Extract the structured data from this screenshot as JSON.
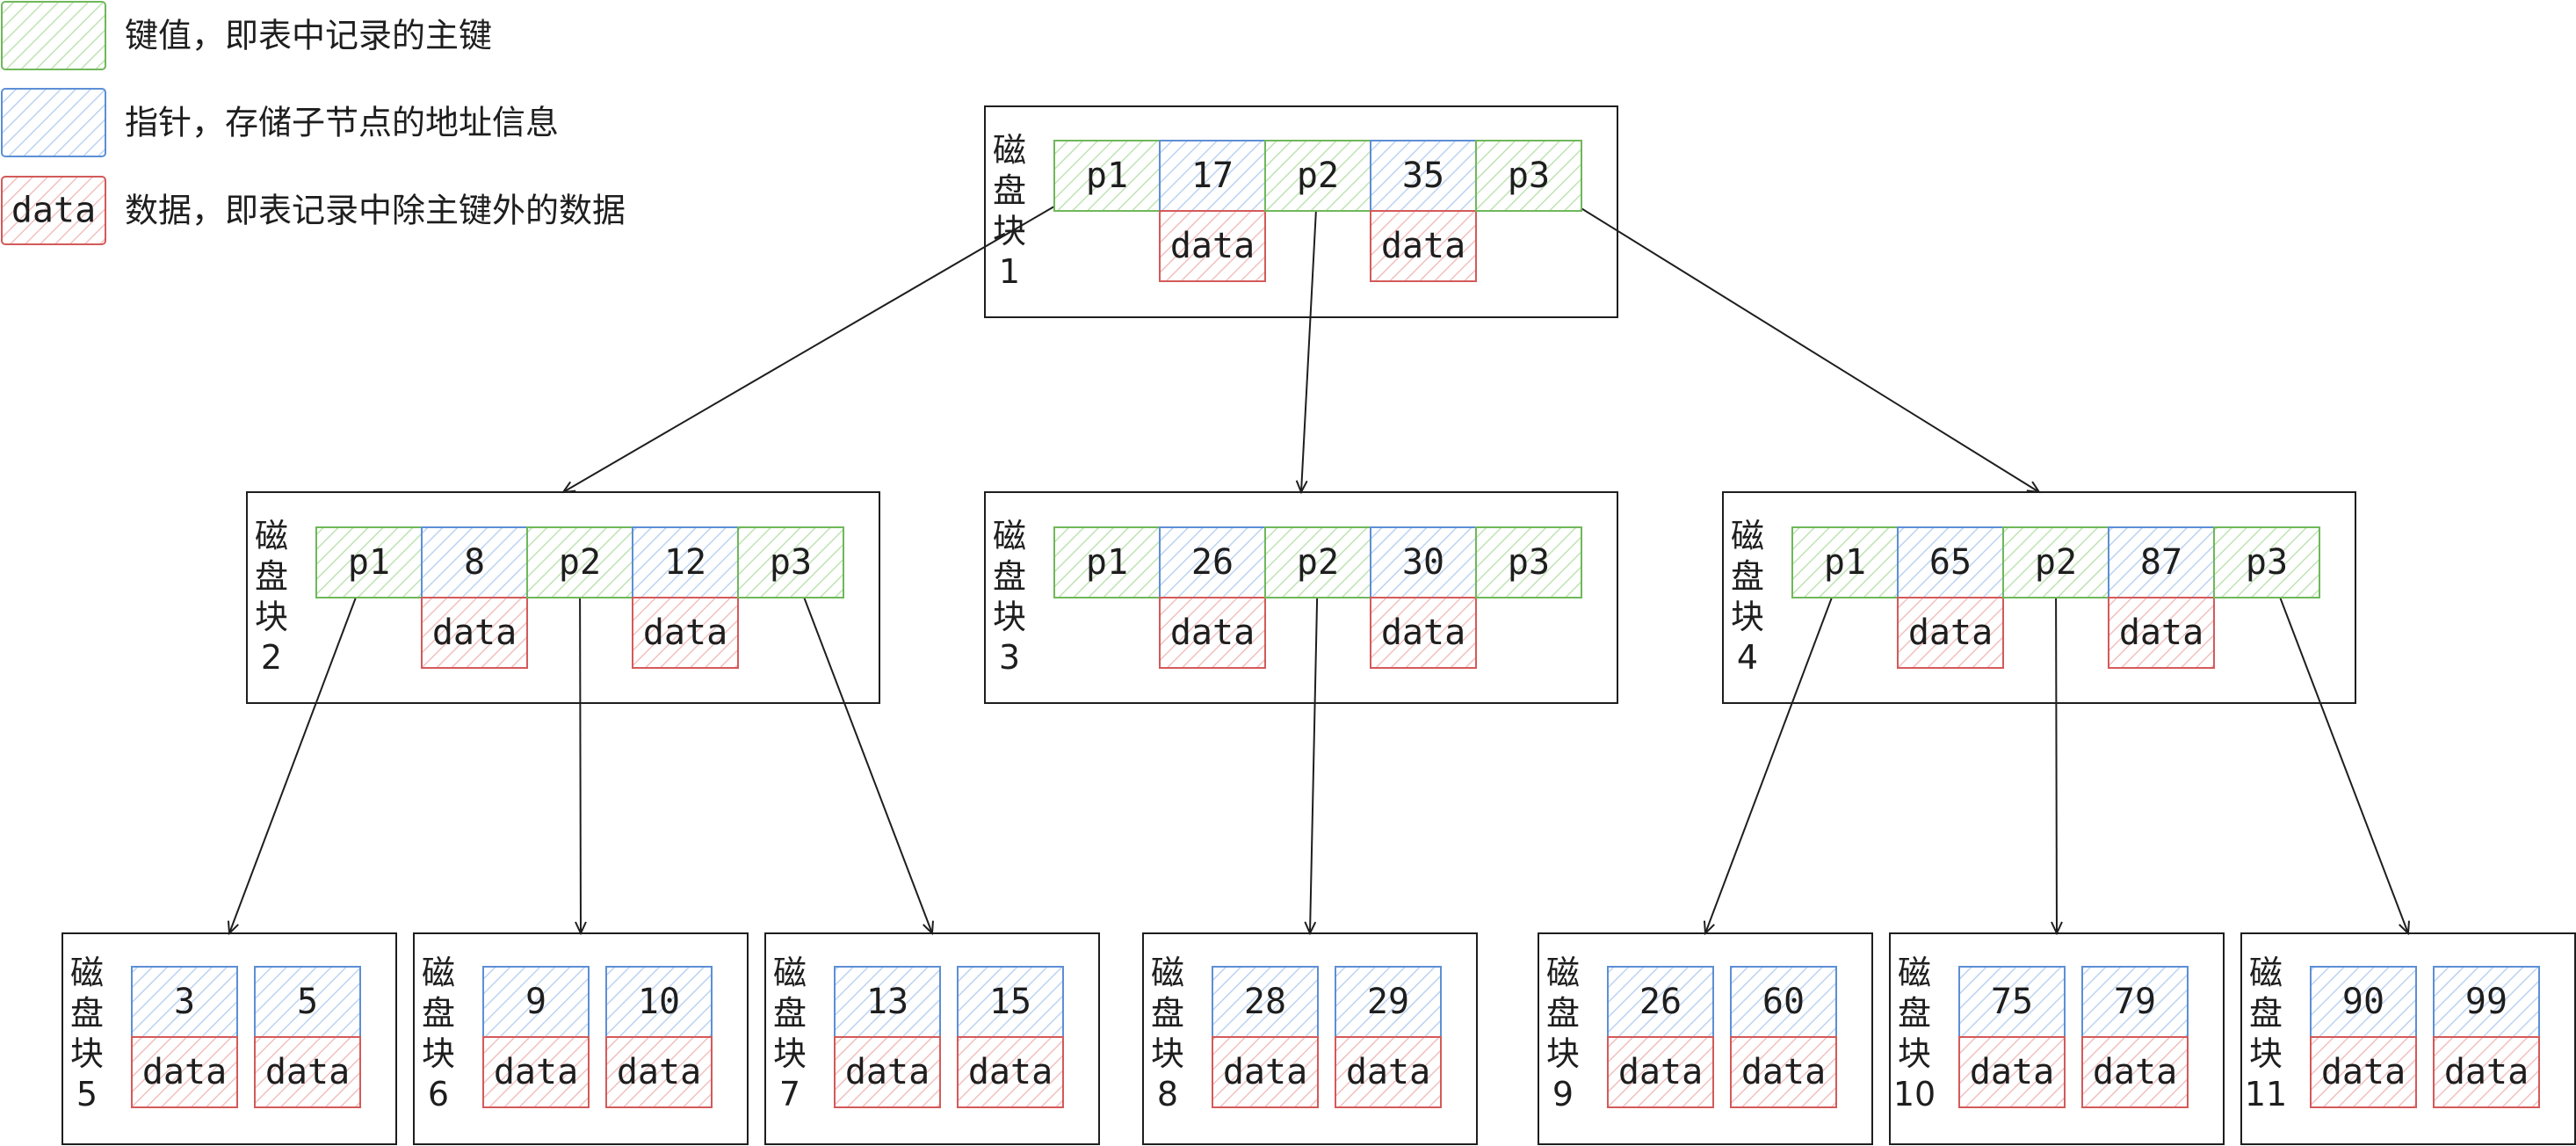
{
  "colors": {
    "key_stroke": "#6fb85a",
    "key_hatch": "#bfe3b4",
    "pointer_stroke": "#5d8fd6",
    "pointer_hatch": "#bcd3f2",
    "data_stroke": "#d45a5a",
    "data_hatch": "#f2c0c0",
    "line": "#1e1e1e"
  },
  "legend": [
    {
      "type": "key",
      "swatch_text": "",
      "label": "键值，即表中记录的主键"
    },
    {
      "type": "pointer",
      "swatch_text": "",
      "label": "指针，存储子节点的地址信息"
    },
    {
      "type": "data",
      "swatch_text": "data",
      "label": "数据，即表记录中除主键外的数据"
    }
  ],
  "internal_blocks": [
    {
      "id": "1",
      "label": [
        "磁",
        "盘",
        "块",
        "1"
      ],
      "cells": [
        "p1",
        "17",
        "p2",
        "35",
        "p3"
      ],
      "data_text": "data"
    },
    {
      "id": "2",
      "label": [
        "磁",
        "盘",
        "块",
        "2"
      ],
      "cells": [
        "p1",
        "8",
        "p2",
        "12",
        "p3"
      ],
      "data_text": "data"
    },
    {
      "id": "3",
      "label": [
        "磁",
        "盘",
        "块",
        "3"
      ],
      "cells": [
        "p1",
        "26",
        "p2",
        "30",
        "p3"
      ],
      "data_text": "data"
    },
    {
      "id": "4",
      "label": [
        "磁",
        "盘",
        "块",
        "4"
      ],
      "cells": [
        "p1",
        "65",
        "p2",
        "87",
        "p3"
      ],
      "data_text": "data"
    }
  ],
  "leaf_blocks": [
    {
      "id": "5",
      "label": [
        "磁",
        "盘",
        "块",
        "5"
      ],
      "keys": [
        "3",
        "5"
      ],
      "data_text": "data"
    },
    {
      "id": "6",
      "label": [
        "磁",
        "盘",
        "块",
        "6"
      ],
      "keys": [
        "9",
        "10"
      ],
      "data_text": "data"
    },
    {
      "id": "7",
      "label": [
        "磁",
        "盘",
        "块",
        "7"
      ],
      "keys": [
        "13",
        "15"
      ],
      "data_text": "data"
    },
    {
      "id": "8",
      "label": [
        "磁",
        "盘",
        "块",
        "8"
      ],
      "keys": [
        "28",
        "29"
      ],
      "data_text": "data"
    },
    {
      "id": "9",
      "label": [
        "磁",
        "盘",
        "块",
        "9"
      ],
      "keys": [
        "26",
        "60"
      ],
      "data_text": "data"
    },
    {
      "id": "10",
      "label": [
        "磁",
        "盘",
        "块",
        "10"
      ],
      "keys": [
        "75",
        "79"
      ],
      "data_text": "data"
    },
    {
      "id": "11",
      "label": [
        "磁",
        "盘",
        "块",
        "11"
      ],
      "keys": [
        "90",
        "99"
      ],
      "data_text": "data"
    }
  ],
  "edges": [
    {
      "from_block": "1",
      "from_cell": 0,
      "to_block": "2"
    },
    {
      "from_block": "1",
      "from_cell": 2,
      "to_block": "3"
    },
    {
      "from_block": "1",
      "from_cell": 4,
      "to_block": "4"
    },
    {
      "from_block": "2",
      "from_cell": 0,
      "to_block": "5"
    },
    {
      "from_block": "2",
      "from_cell": 2,
      "to_block": "6"
    },
    {
      "from_block": "2",
      "from_cell": 4,
      "to_block": "7"
    },
    {
      "from_block": "3",
      "from_cell": 2,
      "to_block": "8"
    },
    {
      "from_block": "4",
      "from_cell": 0,
      "to_block": "9"
    },
    {
      "from_block": "4",
      "from_cell": 2,
      "to_block": "10"
    },
    {
      "from_block": "4",
      "from_cell": 4,
      "to_block": "11"
    }
  ]
}
